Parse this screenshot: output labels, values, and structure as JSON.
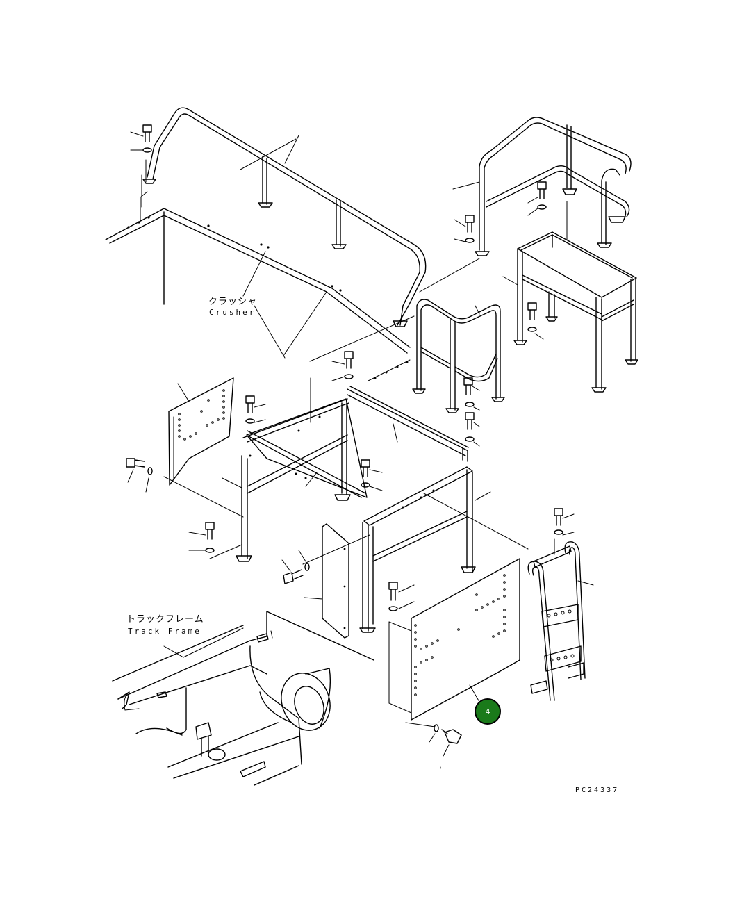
{
  "labels": {
    "crusher_jp": "クラッシャ",
    "crusher_en": "Crusher",
    "track_frame_jp": "トラックフレーム",
    "track_frame_en": "Track Frame",
    "drawing_number": "PC24337"
  },
  "callout": {
    "number": "4",
    "color": "#1a7a1a"
  }
}
